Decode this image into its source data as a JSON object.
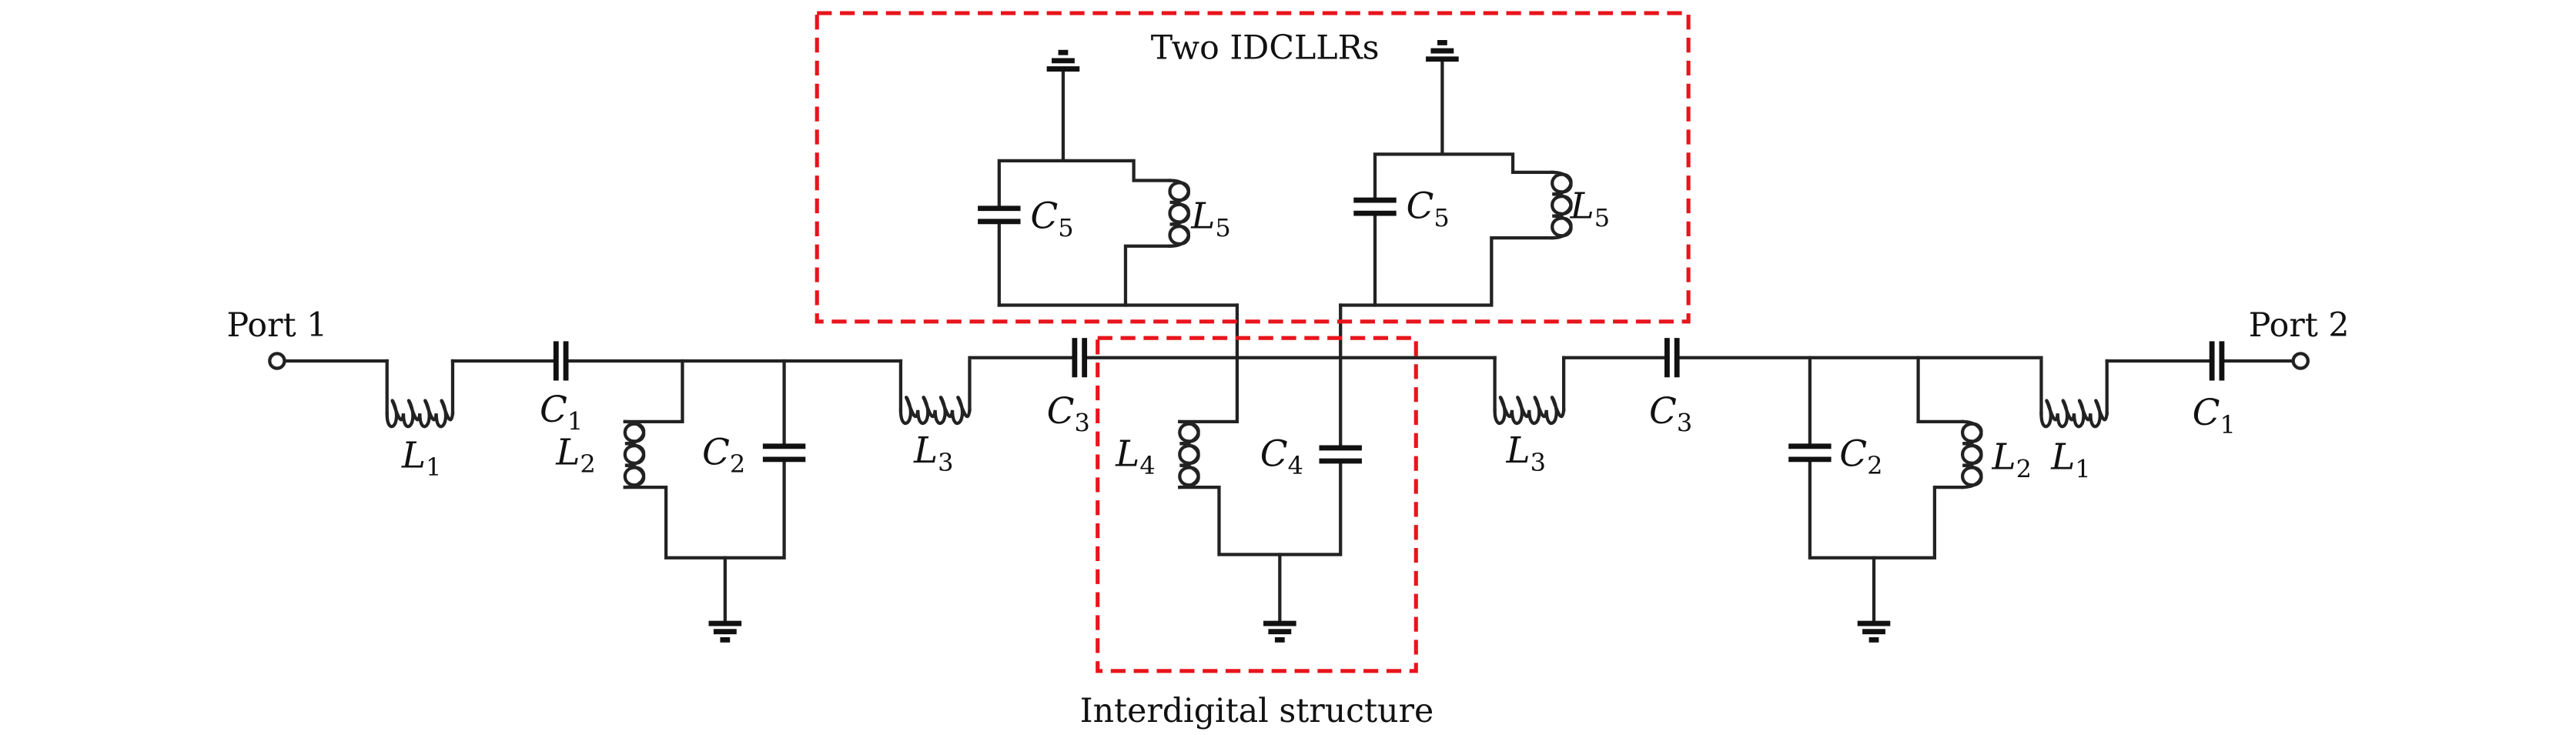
{
  "labels": {
    "top_box": "Two IDCLLRs",
    "bottom_box": "Interdigital structure",
    "port1": "Port 1",
    "port2": "Port 2"
  },
  "components": [
    {
      "id": "L1-left",
      "sym": "L",
      "sub": "1"
    },
    {
      "id": "C1-left",
      "sym": "C",
      "sub": "1"
    },
    {
      "id": "L2-left",
      "sym": "L",
      "sub": "2"
    },
    {
      "id": "C2-left",
      "sym": "C",
      "sub": "2"
    },
    {
      "id": "L3-left",
      "sym": "L",
      "sub": "3"
    },
    {
      "id": "C3-left",
      "sym": "C",
      "sub": "3"
    },
    {
      "id": "L4",
      "sym": "L",
      "sub": "4"
    },
    {
      "id": "C4",
      "sym": "C",
      "sub": "4"
    },
    {
      "id": "L3-right",
      "sym": "L",
      "sub": "3"
    },
    {
      "id": "C3-right",
      "sym": "C",
      "sub": "3"
    },
    {
      "id": "C2-right",
      "sym": "C",
      "sub": "2"
    },
    {
      "id": "L2-right",
      "sym": "L",
      "sub": "2"
    },
    {
      "id": "L1-right",
      "sym": "L",
      "sub": "1"
    },
    {
      "id": "C1-right",
      "sym": "C",
      "sub": "1"
    },
    {
      "id": "C5-left",
      "sym": "C",
      "sub": "5"
    },
    {
      "id": "L5-left",
      "sym": "L",
      "sub": "5"
    },
    {
      "id": "C5-right",
      "sym": "C",
      "sub": "5"
    },
    {
      "id": "L5-right",
      "sym": "L",
      "sub": "5"
    }
  ],
  "colors": {
    "wire": "#222222",
    "highlight_box": "#e8141c"
  }
}
